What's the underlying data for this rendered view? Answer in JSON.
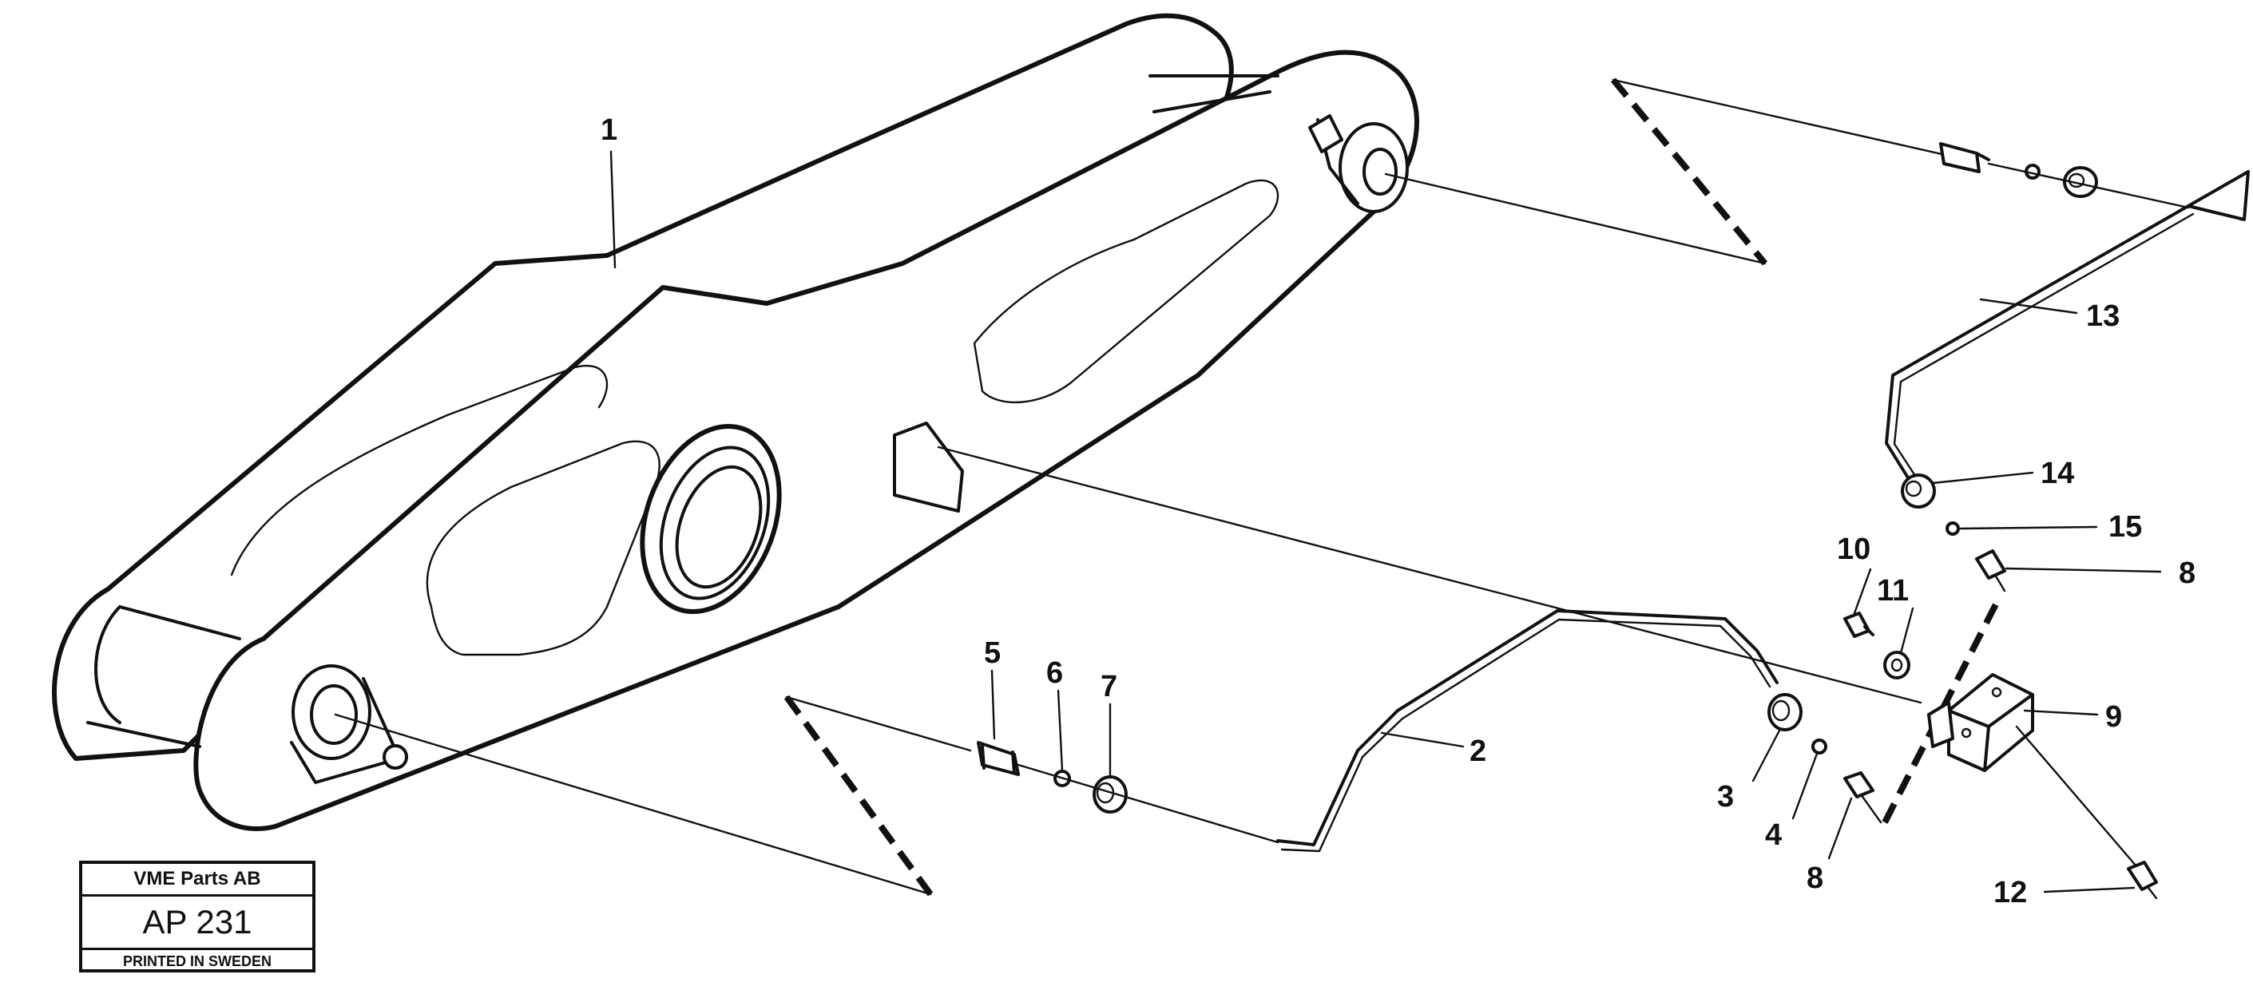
{
  "callouts": {
    "c1": "1",
    "c2": "2",
    "c3": "3",
    "c4": "4",
    "c5": "5",
    "c6": "6",
    "c7": "7",
    "c8a": "8",
    "c8b": "8",
    "c9": "9",
    "c10": "10",
    "c11": "11",
    "c12": "12",
    "c13": "13",
    "c14": "14",
    "c15": "15"
  },
  "stamp": {
    "company": "VME Parts AB",
    "code": "AP 231",
    "printed": "PRINTED IN SWEDEN"
  }
}
